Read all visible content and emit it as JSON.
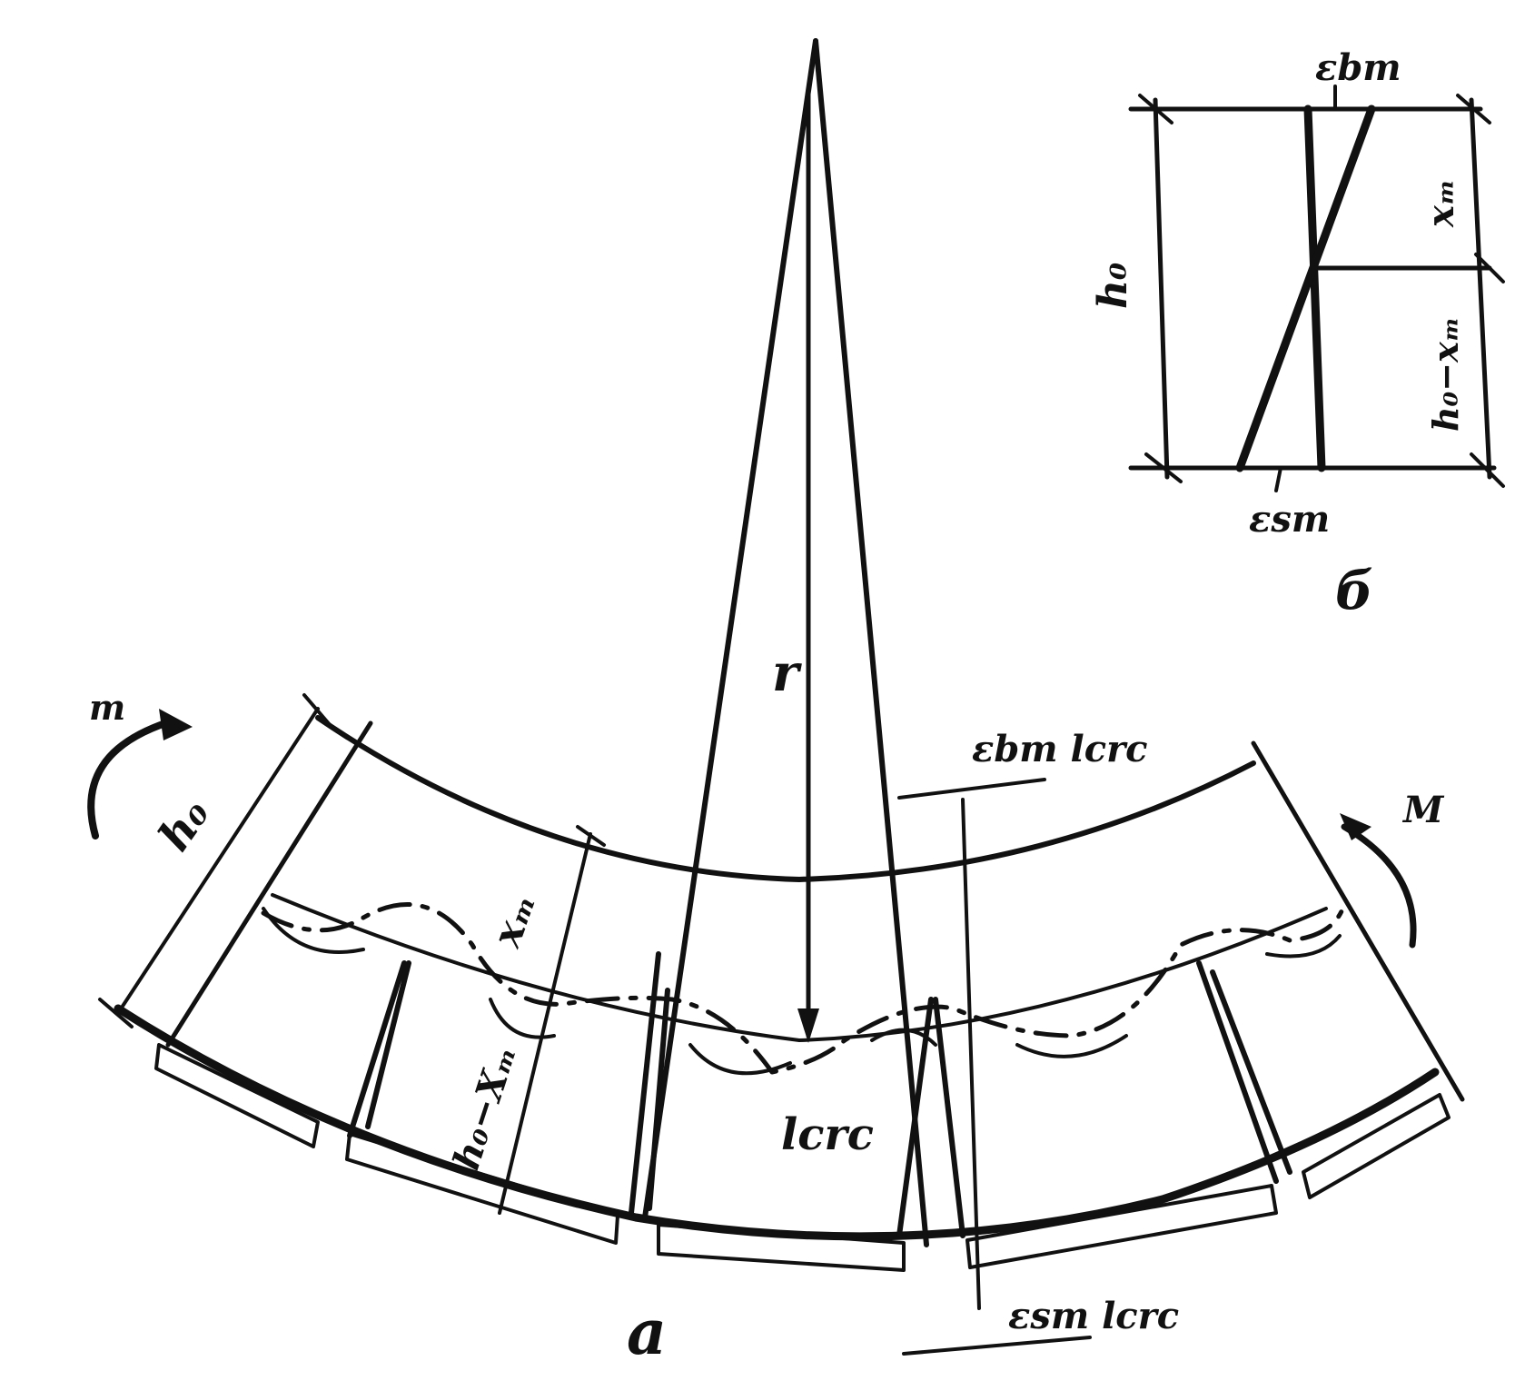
{
  "figure": {
    "part_a": {
      "caption": "a",
      "labels": {
        "moment_left": "m",
        "moment_right": "M",
        "radius": "r",
        "h0": "h₀",
        "xm": "xₘ",
        "h0_minus_xm": "h₀−Xₘ",
        "eps_bm_lcrc": "εbm lcrc",
        "eps_sm_lcrc": "εsm lcrc",
        "lcrc": "lcrc"
      }
    },
    "part_b": {
      "caption": "б",
      "labels": {
        "eps_bm": "εbm",
        "eps_sm": "εsm",
        "h0": "h₀",
        "xm": "xₘ",
        "h0_minus_xm": "h₀−xₘ"
      }
    }
  },
  "colors": {
    "ink": "#111111",
    "paper": "#ffffff"
  }
}
